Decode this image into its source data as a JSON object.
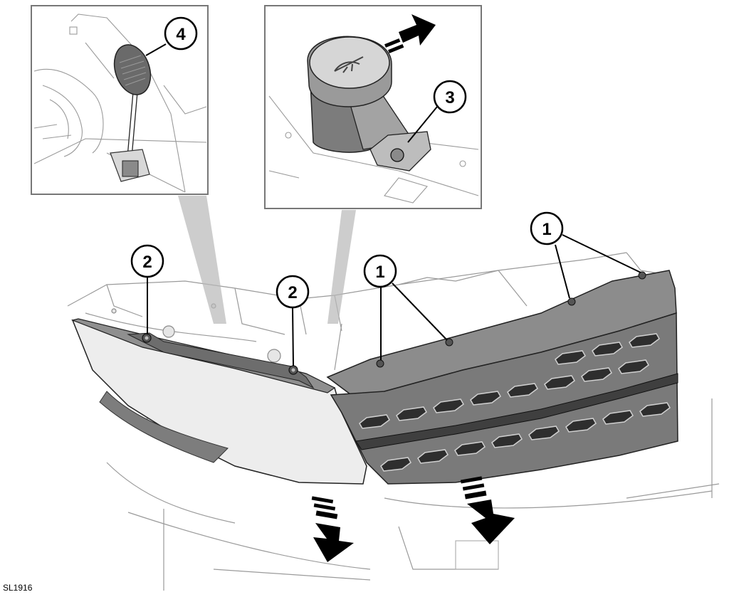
{
  "figure": {
    "reference_code": "SL1916",
    "callouts": [
      {
        "id": "c4",
        "label": "4"
      },
      {
        "id": "c3",
        "label": "3"
      },
      {
        "id": "c2a",
        "label": "2"
      },
      {
        "id": "c2b",
        "label": "2"
      },
      {
        "id": "c1a",
        "label": "1"
      },
      {
        "id": "c1b",
        "label": "1"
      }
    ]
  }
}
